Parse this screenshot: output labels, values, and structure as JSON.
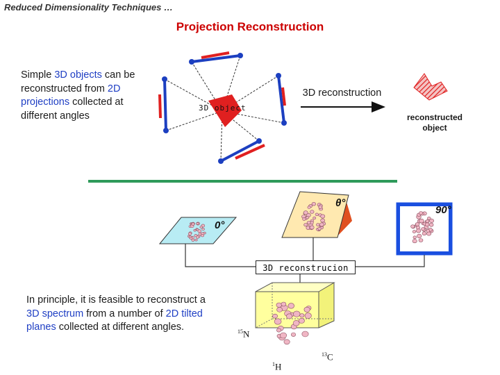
{
  "header": {
    "title": "Reduced Dimensionality Techniques …"
  },
  "slide": {
    "title": "Projection Reconstruction"
  },
  "intro": {
    "part1": "Simple ",
    "highlight1": "3D objects",
    "part2": " can be reconstructed from ",
    "highlight2": "2D projections",
    "part3": " collected at different angles"
  },
  "diagram_top": {
    "object_label": "3D object",
    "reconstruction_label": "3D reconstruction",
    "reconstructed_label": "reconstructed object"
  },
  "diagram_bottom": {
    "angle_0": "0°",
    "angle_theta": "θ°",
    "angle_90": "90°",
    "reconstruction_box": "3D reconstrucion",
    "axis_n": {
      "sup": "15",
      "letter": "N"
    },
    "axis_c": {
      "sup": "13",
      "letter": "C"
    },
    "axis_h": {
      "sup": "1",
      "letter": "H"
    }
  },
  "bottom_text": {
    "part1": "In principle, it is feasible to reconstruct a ",
    "highlight1": "3D spectrum",
    "part2": " from a number of ",
    "highlight2": "2D tilted planes",
    "part3": " collected at different angles."
  },
  "colors": {
    "title_red": "#cc0000",
    "projection_blue": "#1c3fc0",
    "projection_red": "#e02020",
    "divider_green": "#2e9a5a",
    "plane_cyan": "#b8ecf4",
    "plane_yellow": "#ffffa8",
    "plane_blue": "#1a4fe0",
    "peak_pink": "#f0b6c4"
  }
}
